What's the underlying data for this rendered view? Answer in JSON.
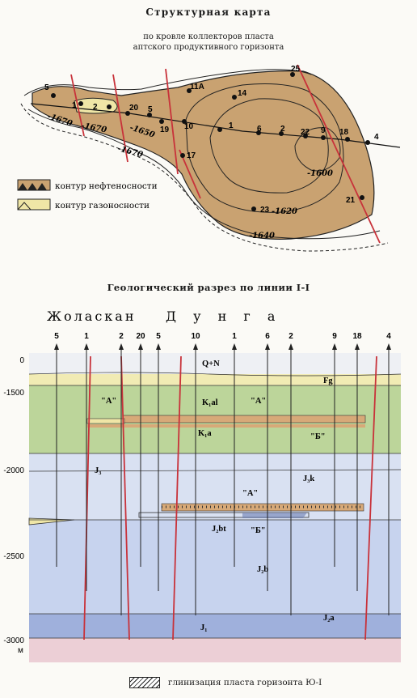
{
  "map": {
    "title": "Структурная карта",
    "subtitle1": "по кровле коллекторов пласта",
    "subtitle2": "аптского продуктивного горизонта",
    "contours": [
      "-1670",
      "-1670",
      "-1670",
      "-1650",
      "-1600",
      "-1620",
      "-1640"
    ],
    "wells": [
      "5",
      "1",
      "2",
      "20",
      "5",
      "19",
      "10",
      "1",
      "6",
      "2",
      "22",
      "9",
      "18",
      "4",
      "11А",
      "14",
      "25",
      "17",
      "23",
      "21"
    ],
    "legend_oil": "контур нефтеносности",
    "legend_gas": "контур газоносности",
    "colors": {
      "oil": "#c9a271",
      "gas": "#efe6a6",
      "fault": "#c8323a"
    }
  },
  "section": {
    "title": "Геологический разрез по линии I-I",
    "field1": "Жоласкан",
    "field2": "Д у н г а",
    "well_labels": [
      "5",
      "1",
      "2",
      "20",
      "5",
      "10",
      "1",
      "6",
      "2",
      "9",
      "18",
      "4"
    ],
    "depth_labels": [
      "0",
      "-1500",
      "-2000",
      "-2500",
      "-3000"
    ],
    "depth_unit": "м",
    "strata_labels": [
      "Q+N",
      "Fg",
      "K₁al",
      "\"А\"",
      "\"А\"",
      "K₁a",
      "\"Б\"",
      "J₃",
      "J₃k",
      "\"А\"",
      "J₂bt",
      "\"Б\"",
      "J₂b",
      "J₂a",
      "J₁"
    ],
    "colors": {
      "quaternary": "#eef0f4",
      "paleogene": "#f1ebb4",
      "cretaceous": "#bcd59a",
      "jurassic_light": "#d9e1f2",
      "jurassic": "#c7d3ee",
      "lower_jurassic": "#9fb0dc",
      "basement": "#eccfd6",
      "reservoir": "#d7a978",
      "fault": "#c8323a"
    }
  },
  "legend_bottom": "глинизация пласта горизонта Ю-I"
}
